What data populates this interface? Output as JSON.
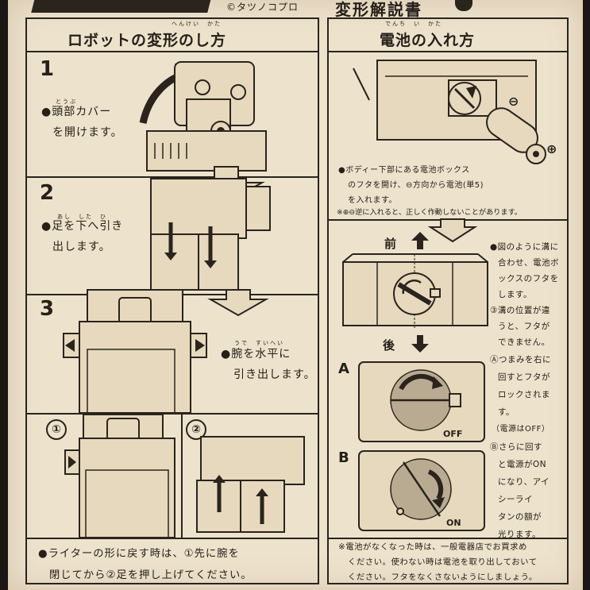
{
  "header": {
    "copyright": "©タツノコプロ",
    "doc_title": "変形解説書"
  },
  "left": {
    "title": "ロボットの変形のし方",
    "title_ruby": "へんけい　かた",
    "steps": [
      {
        "num": "1",
        "lines": [
          "●頭部カバー",
          "を開けます。"
        ],
        "ruby": "とうぶ"
      },
      {
        "num": "2",
        "lines": [
          "●足を下へ引き",
          "出します。"
        ],
        "ruby": "あし　した　ひ"
      },
      {
        "num": "3",
        "lines": [
          "●腕を水平に",
          "引き出します。"
        ],
        "ruby": "うで　すいへい"
      }
    ],
    "sub_step_a": "①",
    "sub_step_b": "②",
    "bottom_lines": [
      "●ライターの形に戻す時は、①先に腕を",
      "閉じてから②足を押し上げてください。"
    ]
  },
  "right": {
    "title": "電池の入れ方",
    "title_ruby": "でんち　い　かた",
    "minus_label": "⊖",
    "plus_label": "⊕",
    "battery_lines": [
      "●ボディー下部にある電池ボックス",
      "のフタを開け、⊖方向から電池(単5)",
      "を入れます。"
    ],
    "warning": "※⊕⊖逆に入れると、正しく作動しないことがあります。",
    "front_label": "前",
    "back_label": "後",
    "side_lines": [
      "●図のように溝に",
      "合わせ、電池ボ",
      "ックスのフタを",
      "します。",
      "③溝の位置が違",
      "うと、フタが",
      "できません。",
      "",
      "Ⓐつまみを右に",
      "回すとフタが",
      "ロックされま",
      "す。",
      "（電源はOFF）",
      "Ⓑさらに回す",
      "と電源がON",
      "になり、アイ",
      "シーライ",
      "タンの額が",
      "光ります。"
    ],
    "letter_a": "A",
    "letter_b": "B",
    "off_label": "OFF",
    "on_label": "ON",
    "bottom_lines": [
      "※電池がなくなった時は、一般電器店でお買求め",
      "ください。使わない時は電池を取り出しておいて",
      "ください。フタをなくさないようにしましょう。"
    ]
  }
}
